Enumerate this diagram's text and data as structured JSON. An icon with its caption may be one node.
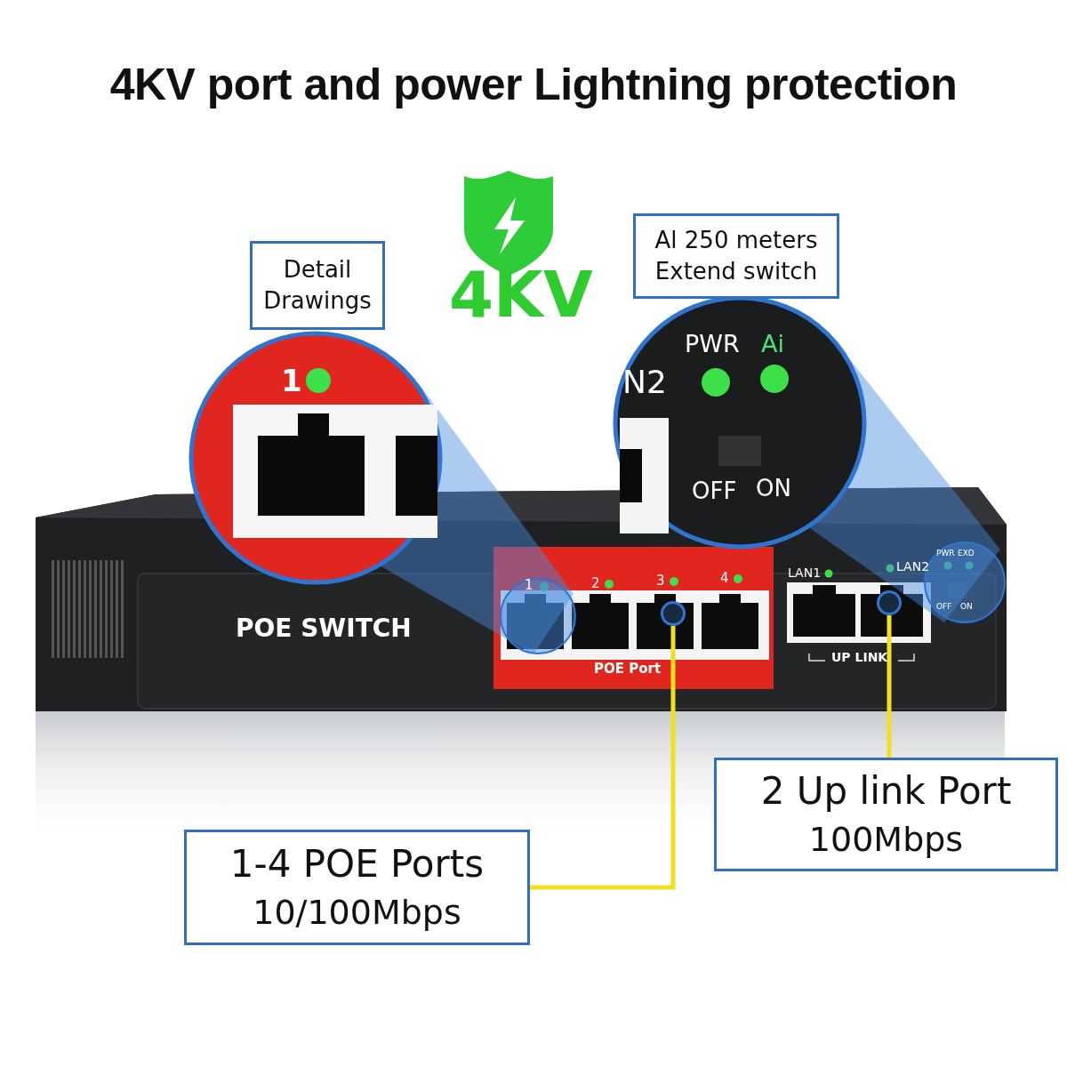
{
  "diagram": {
    "title": "4KV port and power Lightning protection",
    "nodes": [
      {
        "text": [
          "Detail Drawings"
        ]
      },
      {
        "text": [
          "Al 250 meters Extend switch"
        ]
      },
      {
        "text": [],
        "shape": "circle"
      },
      {
        "text": [],
        "shape": "circle"
      },
      {
        "text": [
          "2 Up link Port",
          "100Mbps"
        ]
      },
      {
        "text": [
          "1-4 POE Ports",
          "10/100Mbps"
        ]
      }
    ],
    "edges": [
      {
        "from": 5,
        "to": 2,
        "arrow": "none"
      },
      {
        "from": 4,
        "to": 3,
        "arrow": "none"
      }
    ],
    "labels": [
      "4KV",
      "1",
      "PWR",
      "Ai",
      "N2",
      "OFF",
      "ON",
      "POE SWITCH",
      "1",
      "2",
      "3",
      "4",
      "LAN1",
      "LAN2",
      "PWR",
      "EXD",
      "OFF",
      "ON",
      "POE Port",
      "UP LINK"
    ]
  }
}
